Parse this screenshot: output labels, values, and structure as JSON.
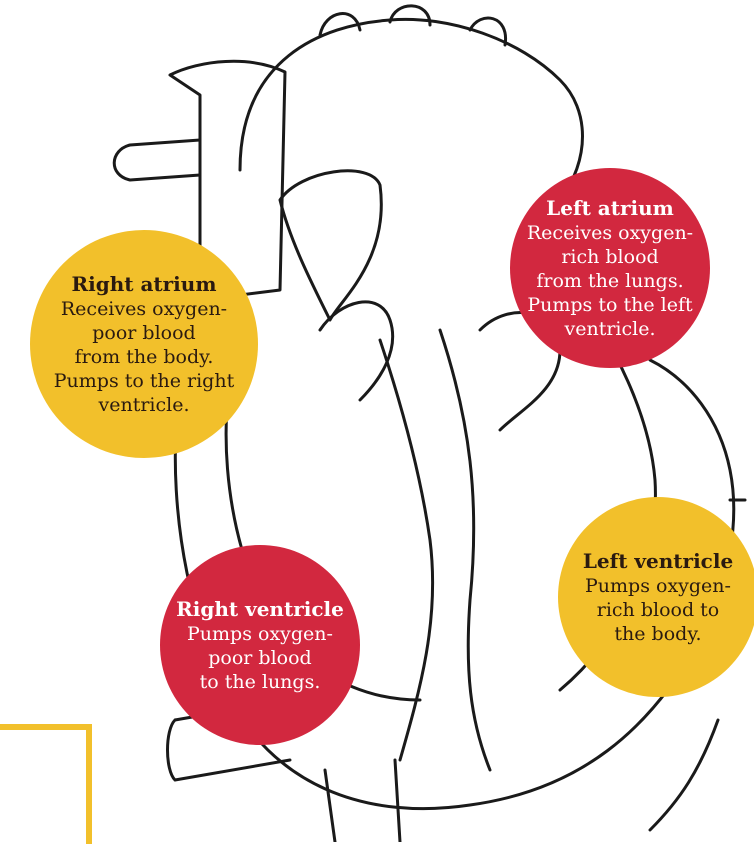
{
  "labels": {
    "right_atrium": {
      "title": "Right atrium",
      "desc": "Receives oxygen-\npoor blood\nfrom the body.\nPumps to the right\nventricle."
    },
    "left_atrium": {
      "title": "Left atrium",
      "desc": "Receives oxygen-\nrich blood\nfrom the lungs.\nPumps to the left\nventricle."
    },
    "right_ventricle": {
      "title": "Right ventricle",
      "desc": "Pumps oxygen-\npoor blood\nto the lungs."
    },
    "left_ventricle": {
      "title": "Left ventricle",
      "desc": "Pumps oxygen-\nrich blood to\nthe body."
    }
  },
  "colors": {
    "yellow_bubble": "#f2c02b",
    "red_bubble": "#d2283f",
    "outline": "#1a1a1a"
  }
}
